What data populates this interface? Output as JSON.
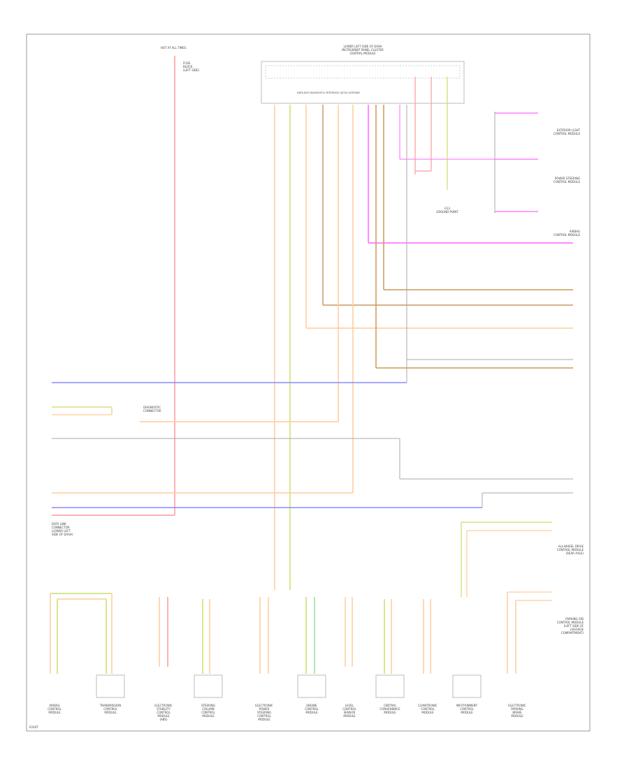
{
  "page_code": "E2A4T",
  "top_labels": {
    "hot_at_all_times": "HOT AT ALL TIMES",
    "fuse_block": "FUSE\nBLOCK\n(LEFT SIDE)",
    "module_title": "LOWER LEFT SIDE OF DASH\nINSTRUMENT PANEL CLUSTER\nCENTRAL MODULE",
    "module_sub": "DATA BUS DIAGNOSTIC INTERFACE (J533) GATEWAY"
  },
  "right_labels": [
    "EXTERIOR LIGHT\nCONTROL MODULE",
    "POWER STEERING\nCONTROL MODULE",
    "AIRBAG\nCONTROL MODULE"
  ],
  "ground_label": "G13\nGROUND POINT",
  "mid_label": "DIAGNOSTIC\nCONNECTOR",
  "left_connector_label": "DATA LINK\nCONNECTOR\n(LOWER LEFT\nSIDE OF DASH)",
  "right_mid_label": "ALL-WHEEL DRIVE\nCONTROL MODULE\n(REAR AXLE)",
  "right_low_label": "PARKING AID\nCONTROL MODULE\n(LEFT SIDE OF\nLUGGAGE\nCOMPARTMENT)",
  "bottom_labels": [
    "AIRBAG\nCONTROL\nMODULE",
    "TRANSMISSION\nCONTROL\nMODULE",
    "ELECTRONIC\nSTABILITY\nCONTROL\nMODULE\n(ABS)",
    "STEERING\nCOLUMN\nCONTROL\nMODULE",
    "ELECTRONIC\nPOWER\nSTEERING\nCONTROL\nMODULE",
    "ENGINE\nCONTROL\nMODULE",
    "LEVEL\nCONTROL\nSENSOR\nMODULE",
    "CENTRAL\nCONVENIENCE\nMODULE",
    "CLIMATRONIC\nCONTROL\nMODULE",
    "INFOTAINMENT\nCONTROL\nMODULE",
    "ELECTRONIC\nPARKING\nBRAKE\nMODULE"
  ],
  "wire_colors": {
    "red": "#ff9999",
    "orange": "#ffcc99",
    "yellow_green": "#ccdd66",
    "green": "#99dd99",
    "brown": "#cc9966",
    "magenta": "#ff66ff",
    "blue": "#8888ff",
    "gray": "#aaaaaa",
    "tan": "#cc9955"
  }
}
